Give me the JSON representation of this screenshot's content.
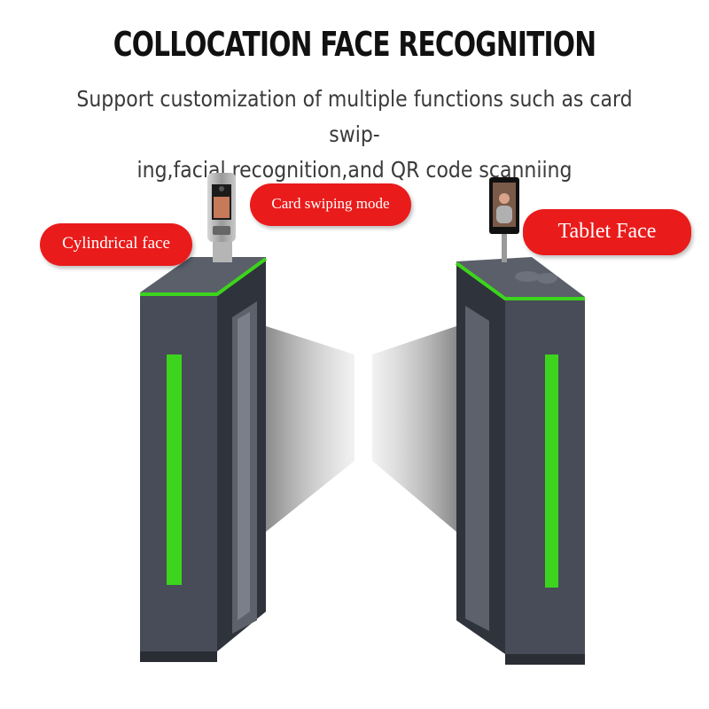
{
  "heading": "COLLOCATION FACE RECOGNITION",
  "subheading": {
    "line1": "Support customization of multiple functions such as card swip-",
    "line2": "ing,facial recognition,and QR code scanniing"
  },
  "callouts": {
    "cylindrical": "Cylindrical face",
    "card": "Card swiping mode",
    "tablet": "Tablet Face"
  },
  "colors": {
    "accent_red": "#ea1b1b",
    "led_green": "#3cd41c",
    "cabinet": "#3f4450"
  }
}
